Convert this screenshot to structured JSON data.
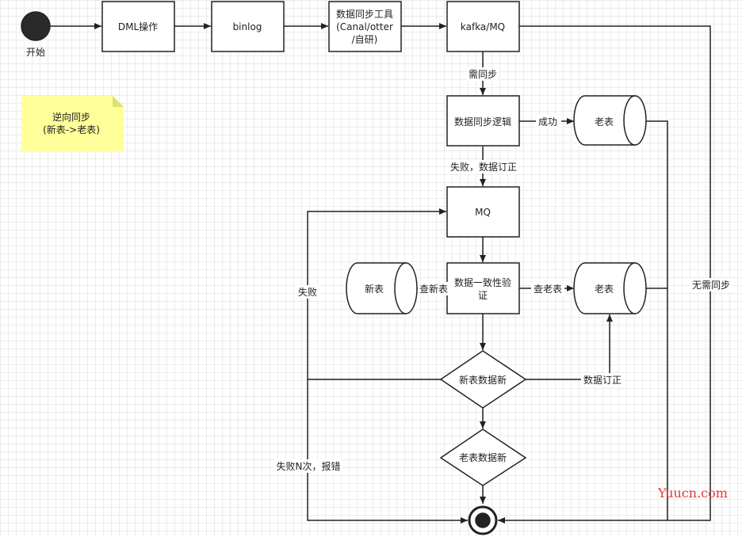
{
  "nodes": {
    "start_label": "开始",
    "dml": "DML操作",
    "binlog": "binlog",
    "sync_tool": [
      "数据同步工具",
      "(Canal/otter",
      "/自研)"
    ],
    "kafka": "kafka/MQ",
    "sync_logic": "数据同步逻辑",
    "old_table_top": "老表",
    "mq": "MQ",
    "new_table": "新表",
    "verify": [
      "数据一致性验",
      "证"
    ],
    "old_table_mid": "老表",
    "new_newer": "新表数据新",
    "old_newer": "老表数据新"
  },
  "note": [
    "逆向同步",
    "(新表->老表)"
  ],
  "edges": {
    "need_sync": "需同步",
    "success": "成功",
    "fail_correct": "失败，数据订正",
    "check_new": "查新表",
    "check_old": "查老表",
    "data_correct": "数据订正",
    "fail": "失败",
    "fail_n": "失败N次，报错",
    "no_sync": "无需同步"
  },
  "watermark": "Yuucn.com",
  "colors": {
    "stroke": "#222222",
    "note": "#ffff99",
    "grid": "#ececec",
    "watermark": "#e23b3b"
  }
}
